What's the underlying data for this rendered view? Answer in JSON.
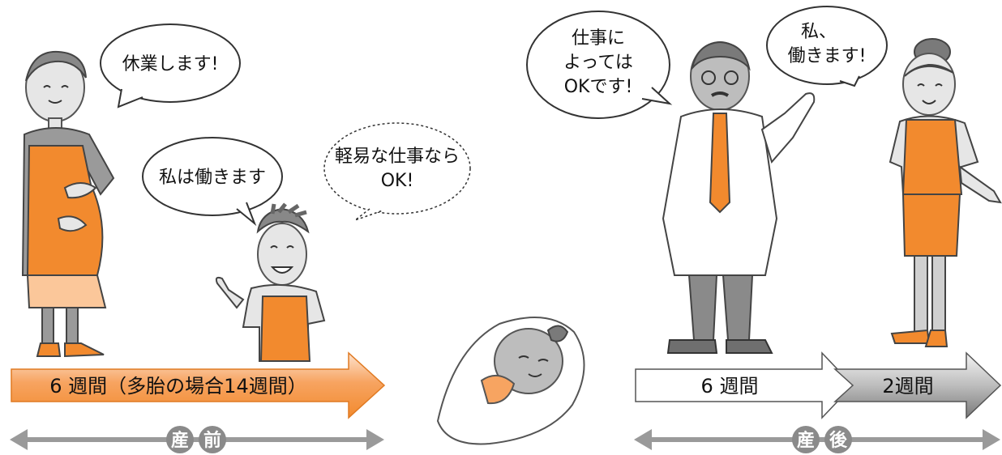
{
  "bubbles": {
    "pregnant_woman": "休業します!",
    "worker_left": "私は働きます",
    "dotted_note_line1": "軽易な仕事なら",
    "dotted_note_line2": "OK!",
    "doctor_line1": "仕事に",
    "doctor_line2": "よっては",
    "doctor_line3": "OKです!",
    "worker_right_line1": "私、",
    "worker_right_line2": "働きます!"
  },
  "arrows": {
    "prenatal": "6 週間（多胎の場合14週間）",
    "postnatal_first": "6 週間",
    "postnatal_second": "2週間"
  },
  "periods": {
    "prenatal_char1": "産",
    "prenatal_char2": "前",
    "postnatal_char1": "産",
    "postnatal_char2": "後"
  },
  "colors": {
    "orange": "#f28a2e",
    "light_orange": "#fbc79a",
    "gray": "#9a9a9a",
    "dark_gray": "#6f6f6f"
  }
}
